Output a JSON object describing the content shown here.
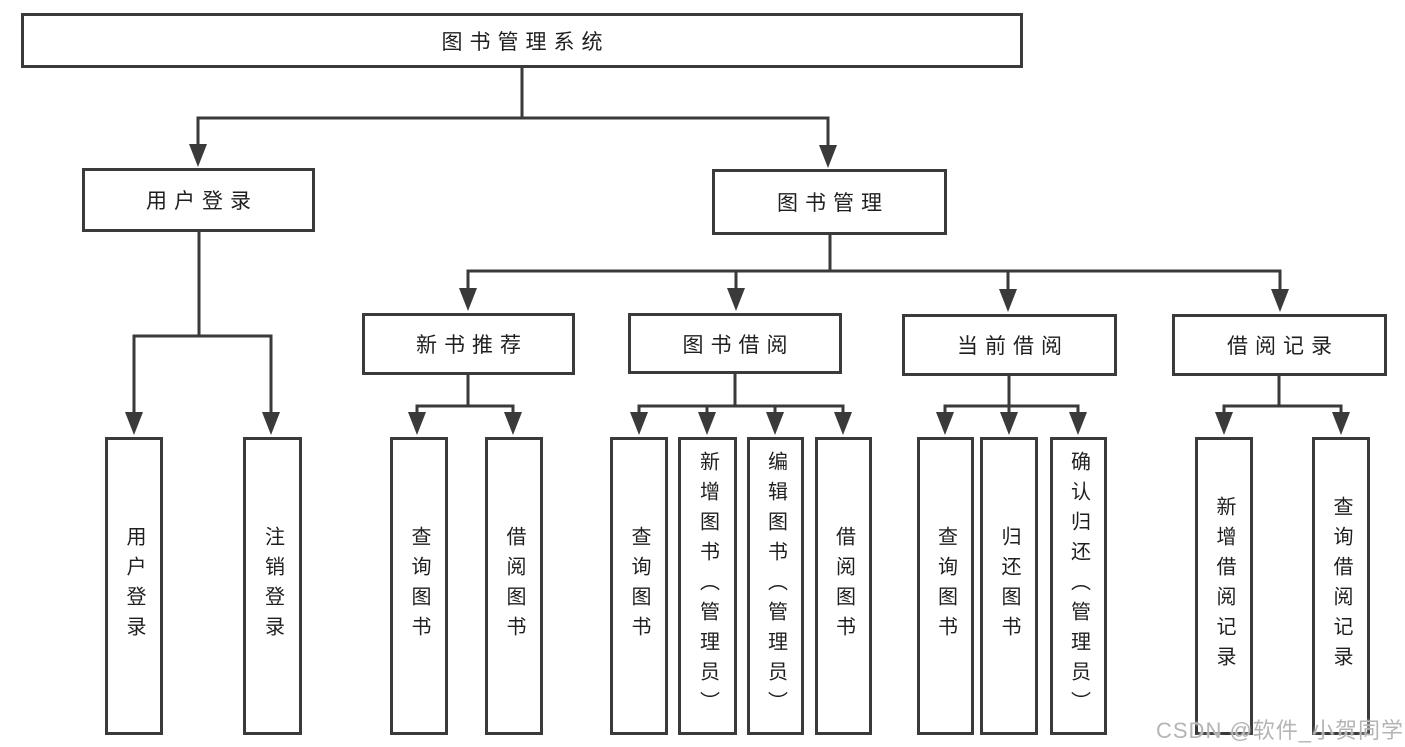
{
  "colors": {
    "line": "#3a3a3a",
    "box_border": "#3a3a3a",
    "box_fill": "#ffffff",
    "text": "#1f1f1f",
    "watermark": "#b5b5b5",
    "background": "#ffffff"
  },
  "watermark": {
    "text": "CSDN @软件_小贺同学"
  },
  "tree": {
    "label": "图书管理系统",
    "children": [
      {
        "label": "用户登录",
        "children": [
          {
            "label": "用户登录"
          },
          {
            "label": "注销登录"
          }
        ]
      },
      {
        "label": "图书管理",
        "children": [
          {
            "label": "新书推荐",
            "children": [
              {
                "label": "查询图书"
              },
              {
                "label": "借阅图书"
              }
            ]
          },
          {
            "label": "图书借阅",
            "children": [
              {
                "label": "查询图书"
              },
              {
                "label": "新增图书（管理员）"
              },
              {
                "label": "编辑图书（管理员）"
              },
              {
                "label": "借阅图书"
              }
            ]
          },
          {
            "label": "当前借阅",
            "children": [
              {
                "label": "查询图书"
              },
              {
                "label": "归还图书"
              },
              {
                "label": "确认归还（管理员）"
              }
            ]
          },
          {
            "label": "借阅记录",
            "children": [
              {
                "label": "新增借阅记录"
              },
              {
                "label": "查询借阅记录"
              }
            ]
          }
        ]
      }
    ]
  }
}
